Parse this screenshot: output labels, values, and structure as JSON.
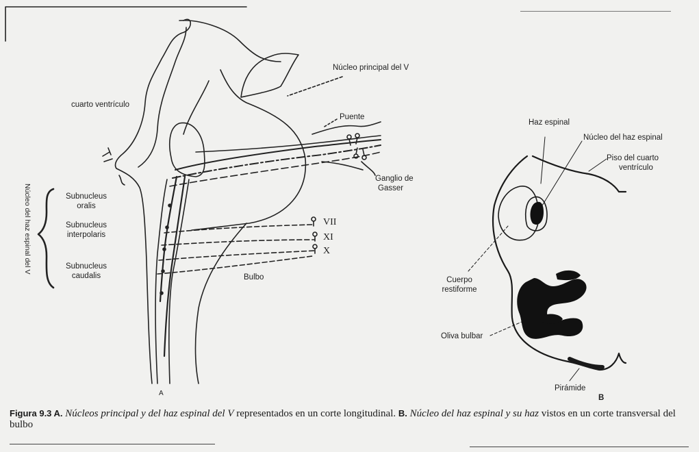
{
  "panel_a": {
    "label_nucleo_principal": "Núcleo principal del V",
    "label_cuarto_ventriculo": "cuarto ventrículo",
    "label_puente": "Puente",
    "label_ganglio": "Ganglio de",
    "label_gasser": "Gasser",
    "label_vertical": "Núcleo del haz espinal del V",
    "subnucleus_oralis_1": "Subnucleus",
    "subnucleus_oralis_2": "oralis",
    "subnucleus_inter_1": "Subnucleus",
    "subnucleus_inter_2": "interpolaris",
    "subnucleus_caud_1": "Subnucleus",
    "subnucleus_caud_2": "caudalis",
    "nerve_vii": "VII",
    "nerve_xi": "XI",
    "nerve_x": "X",
    "label_bulbo": "Bulbo",
    "panel_letter": "A"
  },
  "panel_b": {
    "label_haz_espinal": "Haz espinal",
    "label_nucleo_haz": "Núcleo del haz espinal",
    "label_piso_1": "Piso del cuarto",
    "label_piso_2": "ventrículo",
    "label_cuerpo_1": "Cuerpo",
    "label_cuerpo_2": "restiforme",
    "label_oliva": "Oliva bulbar",
    "label_piramide": "Pirámide",
    "panel_letter": "B"
  },
  "caption": {
    "fig_num": "Figura 9.3 A.",
    "part_a_italic": "Núcleos principal y del haz espinal del V",
    "part_a_rest": "representados en un corte longitudinal.",
    "b_letter": "B.",
    "part_b_italic": "Núcleo del haz espinal y su haz",
    "part_b_rest": "vistos en un corte transversal del bulbo"
  }
}
